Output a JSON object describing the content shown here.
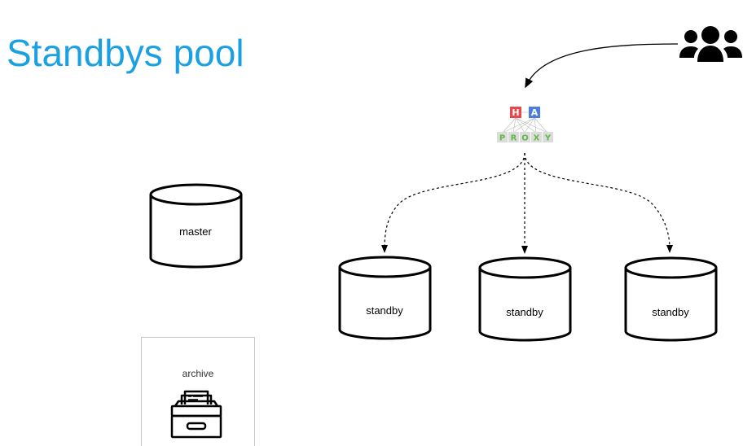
{
  "title": "Standbys pool",
  "nodes": {
    "master": "master",
    "standby_1": "standby",
    "standby_2": "standby",
    "standby_3": "standby",
    "archive": "archive"
  },
  "haproxy": {
    "top_letters": [
      "H",
      "A"
    ],
    "bottom_letters": [
      "P",
      "R",
      "O",
      "X",
      "Y"
    ]
  },
  "icons": {
    "users": "users-group-icon",
    "haproxy": "haproxy-logo",
    "archive": "archive-drawer-icon"
  },
  "colors": {
    "title": "#1ba1e2",
    "ha_h": "#e8484b",
    "ha_a": "#4a7fe0",
    "proxy_green": "#7cc96a"
  }
}
